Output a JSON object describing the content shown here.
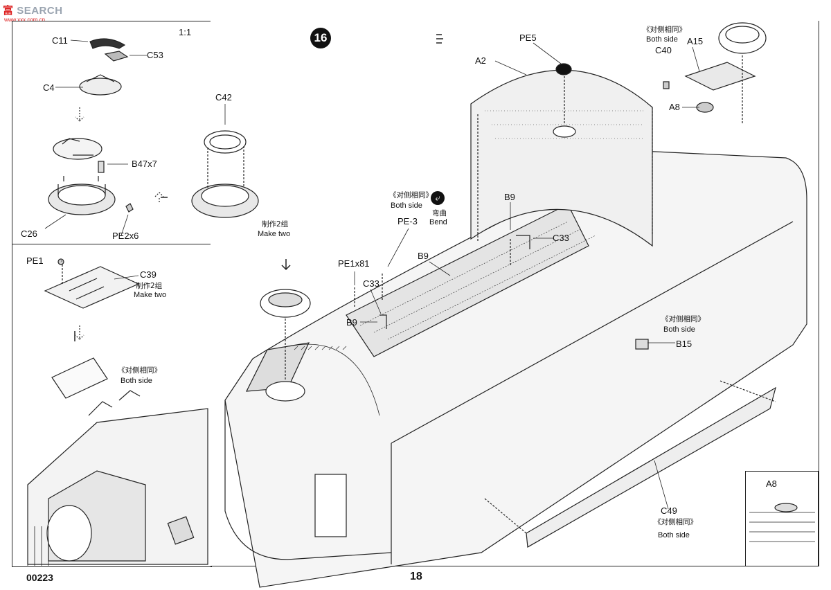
{
  "watermark": {
    "brand": "SEARCH",
    "brand_prefix": "富",
    "url": "www.xxx.com.cn"
  },
  "footer": {
    "code": "00223",
    "page": "18"
  },
  "step": {
    "number": "16"
  },
  "panel_top_left": {
    "scale": "1:1",
    "parts": [
      "C11",
      "C53",
      "C4",
      "B47x7",
      "C26",
      "PE2x6",
      "C42"
    ],
    "note_cn": "制作2组",
    "note_en": "Make two"
  },
  "panel_bottom_left": {
    "parts": [
      "PE1",
      "C39"
    ],
    "note_cn": "制作2组",
    "note_en": "Make two",
    "side_cn": "《对侧相同》",
    "side_en": "Both side"
  },
  "main": {
    "parts": {
      "pe5": "PE5",
      "a2": "A2",
      "c40": "C40",
      "a15": "A15",
      "a8": "A8",
      "b9_top": "B9",
      "c33_right": "C33",
      "pe3": "PE-3",
      "pe1x81": "PE1x81",
      "b9_mid": "B9",
      "c33_left": "C33",
      "b9_left": "B9",
      "b15": "B15",
      "c49": "C49"
    },
    "both_side_cn": "《对侧相同》",
    "both_side_en": "Both side",
    "bend_cn": "弯曲",
    "bend_en": "Bend"
  },
  "inset": {
    "part": "A8"
  }
}
